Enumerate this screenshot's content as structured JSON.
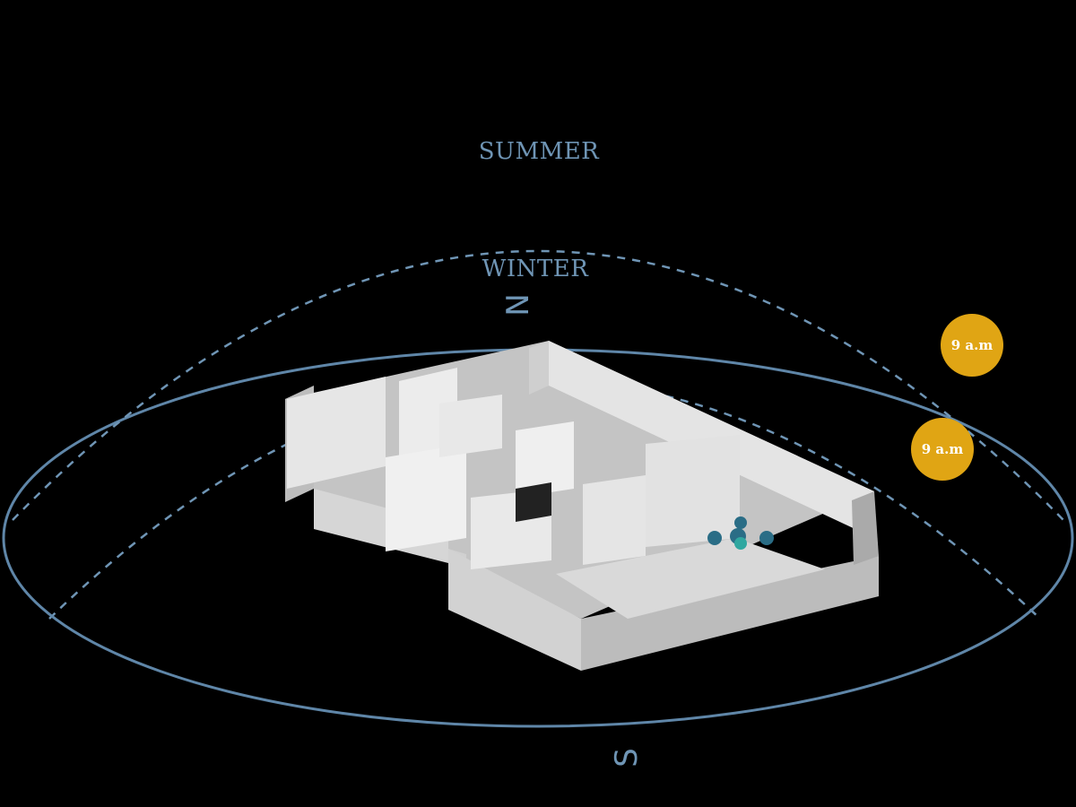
{
  "labels": {
    "summer": "SUMMER",
    "winter": "WINTER",
    "north": "N",
    "south": "S"
  },
  "suns": [
    {
      "label": "9 a.m",
      "season": "summer"
    },
    {
      "label": "9 a.m",
      "season": "winter"
    }
  ],
  "colors": {
    "background": "#000000",
    "arc": "#6f95b5",
    "orbit": "#5f86a8",
    "sun": "#e0a514",
    "sun_text": "#ffffff",
    "wall": "#dcdcdc",
    "wall_shade": "#b9b9b9",
    "floor": "#c9c9c9"
  }
}
